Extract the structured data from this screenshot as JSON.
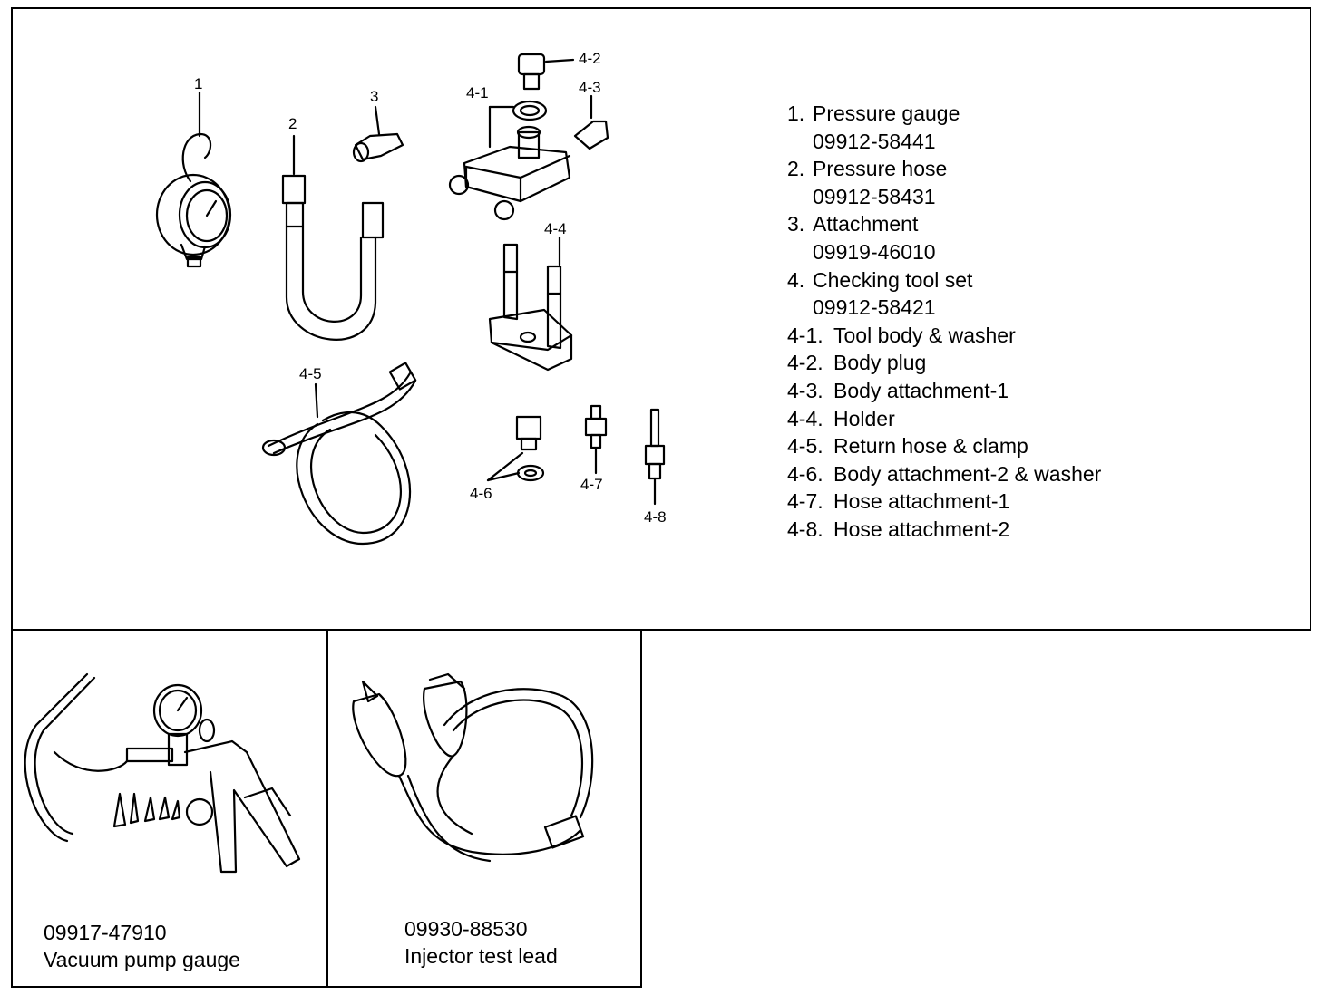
{
  "legend": [
    {
      "num": "1.",
      "name": "Pressure gauge",
      "part_no": "09912-58441"
    },
    {
      "num": "2.",
      "name": "Pressure hose",
      "part_no": "09912-58431"
    },
    {
      "num": "3.",
      "name": "Attachment",
      "part_no": "09919-46010"
    },
    {
      "num": "4.",
      "name": "Checking tool set",
      "part_no": "09912-58421"
    }
  ],
  "sub_legend": [
    {
      "num": "4-1.",
      "name": "Tool body & washer"
    },
    {
      "num": "4-2.",
      "name": "Body plug"
    },
    {
      "num": "4-3.",
      "name": "Body attachment-1"
    },
    {
      "num": "4-4.",
      "name": "Holder"
    },
    {
      "num": "4-5.",
      "name": "Return hose & clamp"
    },
    {
      "num": "4-6.",
      "name": "Body attachment-2 & washer"
    },
    {
      "num": "4-7.",
      "name": "Hose attachment-1"
    },
    {
      "num": "4-8.",
      "name": "Hose attachment-2"
    }
  ],
  "callouts": {
    "c1": "1",
    "c2": "2",
    "c3": "3",
    "c41": "4-1",
    "c42": "4-2",
    "c43": "4-3",
    "c44": "4-4",
    "c45": "4-5",
    "c46": "4-6",
    "c47": "4-7",
    "c48": "4-8"
  },
  "vacuum_tool": {
    "part_no": "09917-47910",
    "name": "Vacuum pump gauge"
  },
  "injector_tool": {
    "part_no": "09930-88530",
    "name": "Injector test lead"
  }
}
